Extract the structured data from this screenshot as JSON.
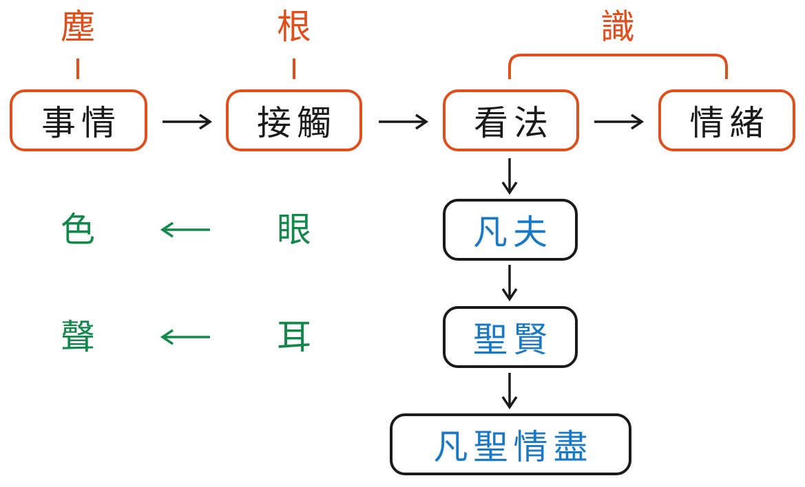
{
  "colors": {
    "accent": "#e04e1c",
    "box_text_dark": "#1a1a1a",
    "box_text_blue": "#1a79c4",
    "green": "#12884a"
  },
  "top_labels": {
    "chen": "塵",
    "gen": "根",
    "shi": "識"
  },
  "flow_boxes": {
    "shiqing": "事情",
    "jiechu": "接觸",
    "kanfa": "看法",
    "qingxu": "情緒"
  },
  "vertical_boxes": {
    "fanfu": "凡夫",
    "shengxian": "聖賢",
    "fanshengqingjin": "凡聖情盡"
  },
  "sense_pairs": [
    {
      "object": "色",
      "organ": "眼"
    },
    {
      "object": "聲",
      "organ": "耳"
    }
  ]
}
